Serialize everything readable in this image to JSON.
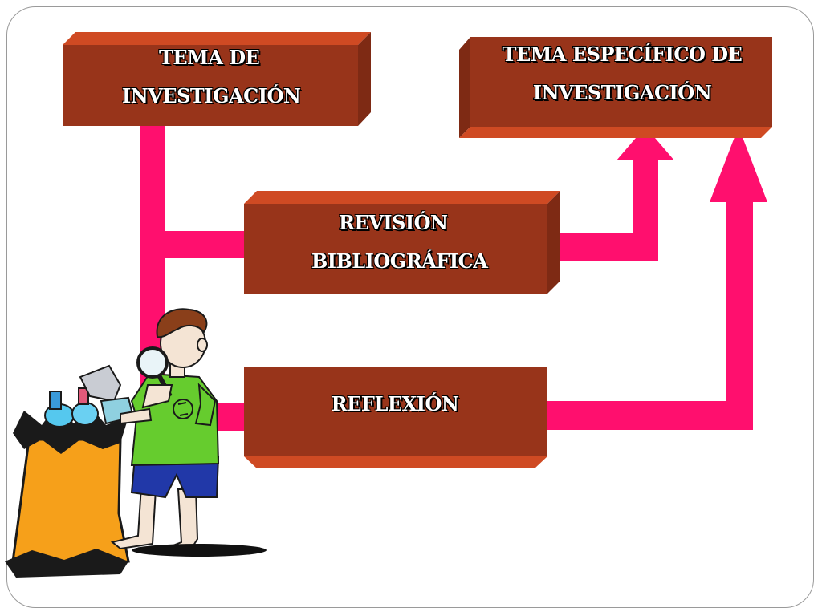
{
  "colors": {
    "box_face": "#98341a",
    "box_top": "#cf4a23",
    "box_side": "#7e2a14",
    "arrow": "#ff0f6e"
  },
  "boxes": {
    "tema": {
      "line1": "TEMA DE",
      "line2": "INVESTIGACIÓN"
    },
    "especifico": {
      "line1": "TEMA ESPECÍFICO DE",
      "line2": "INVESTIGACIÓN"
    },
    "revision": {
      "line1": "REVISIÓN",
      "line2": "BIBLIOGRÁFICA"
    },
    "reflexion": {
      "line1": "REFLEXIÓN"
    }
  },
  "illustration": {
    "subject": "boy-with-magnifying-glass",
    "secondary": "trash-bag"
  }
}
